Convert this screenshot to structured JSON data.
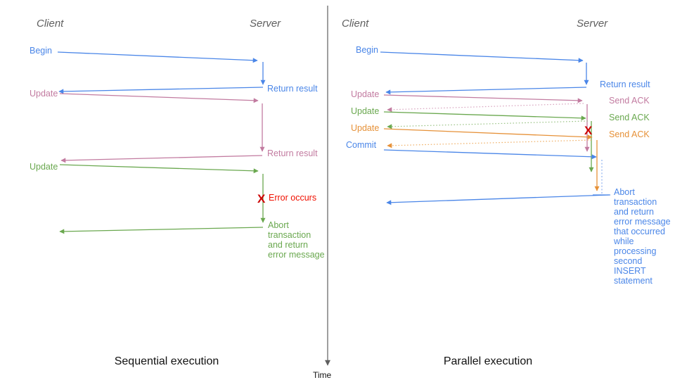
{
  "colors": {
    "blue": "#4a86e8",
    "pink": "#c27ba0",
    "green": "#6aa84f",
    "orange": "#e69138",
    "red_x": "#cc0000",
    "red_text": "#f01000",
    "gray": "#5f5f5f",
    "black": "#111111",
    "pink_light": "#d9a6c0",
    "green_light": "#9cc487",
    "orange_light": "#f0b169",
    "blue_light": "#8db0ef"
  },
  "divider": {
    "time_label": "Time"
  },
  "left": {
    "client": "Client",
    "server": "Server",
    "caption": "Sequential execution",
    "begin": "Begin",
    "return1": "Return result",
    "update1": "Update",
    "return2": "Return result",
    "update2": "Update",
    "x_mark": "X",
    "error": "Error occurs",
    "abort": [
      "Abort",
      "transaction",
      "and return",
      "error message"
    ]
  },
  "right": {
    "client": "Client",
    "server": "Server",
    "caption": "Parallel execution",
    "begin": "Begin",
    "return1": "Return result",
    "update1": "Update",
    "ack1": "Send ACK",
    "update2": "Update",
    "ack2": "Send ACK",
    "update3": "Update",
    "ack3": "Send ACK",
    "commit": "Commit",
    "x_mark": "X",
    "abort": [
      "Abort",
      "transaction",
      "and return",
      "error message",
      "that occurred",
      "while",
      "processing",
      "second",
      "INSERT",
      "statement"
    ]
  }
}
